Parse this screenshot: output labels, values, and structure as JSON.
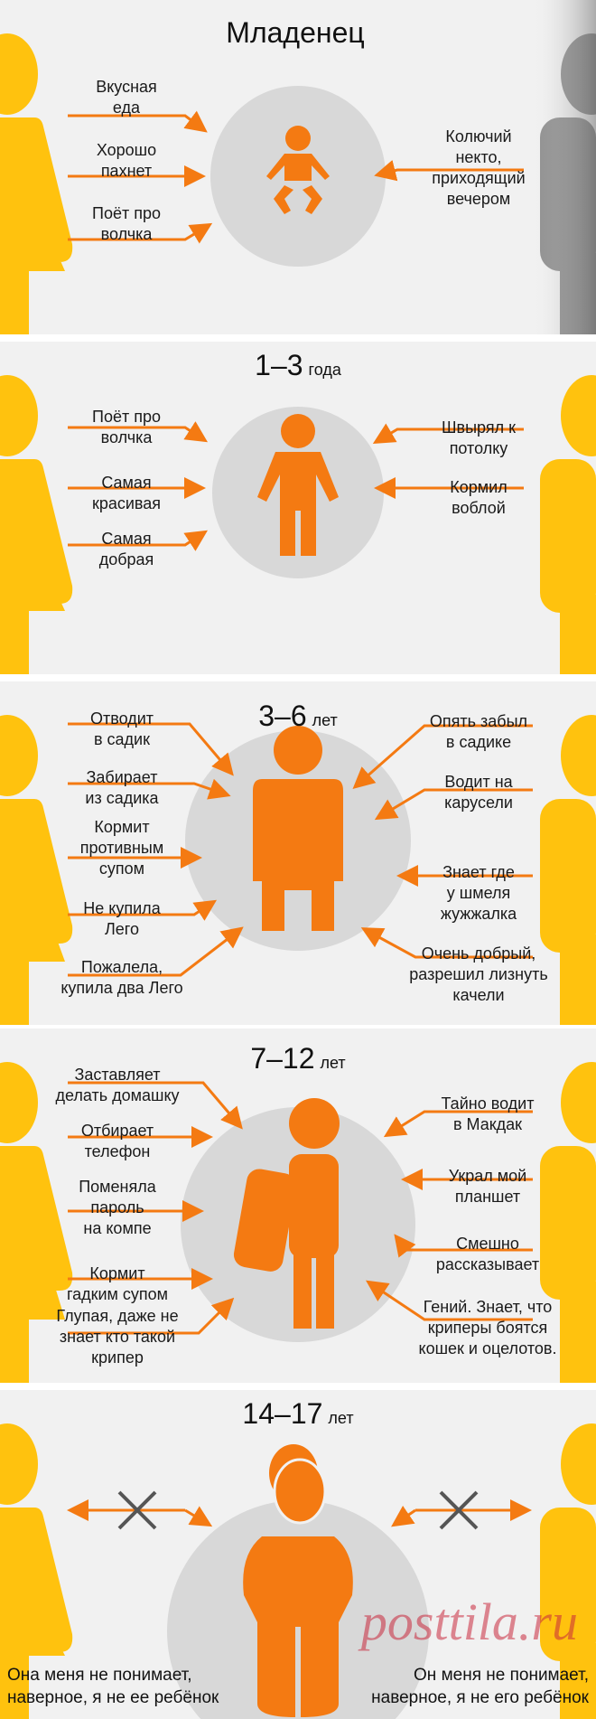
{
  "colors": {
    "background": "#f1f1f1",
    "orange": "#f47a12",
    "yellow": "#ffc20e",
    "circle": "#d8d8d8",
    "gray_figure": "#8f8f8f",
    "cross": "#555555"
  },
  "panels": [
    {
      "title": {
        "main": "Младенец",
        "suffix": ""
      },
      "left": [
        "Вкусная\nеда",
        "Хорошо\nпахнет",
        "Поёт про\nволчка"
      ],
      "right": [
        "Колючий\nнекто,\nприходящий\nвечером"
      ]
    },
    {
      "title": {
        "main": "1–3",
        "suffix": "года"
      },
      "left": [
        "Поёт про\nволчка",
        "Самая\nкрасивая",
        "Самая\nдобрая"
      ],
      "right": [
        "Швырял к\nпотолку",
        "Кормил\nвоблой"
      ]
    },
    {
      "title": {
        "main": "3–6",
        "suffix": "лет"
      },
      "left": [
        "Отводит\nв садик",
        "Забирает\nиз садика",
        "Кормит\nпротивным\nсупом",
        "Не купила\nЛего",
        "Пожалела,\nкупила два Лего"
      ],
      "right": [
        "Опять забыл\nв садике",
        "Водит на\nкарусели",
        "Знает где\nу шмеля\nжужжалка",
        "Очень добрый,\nразрешил лизнуть\nкачели"
      ]
    },
    {
      "title": {
        "main": "7–12",
        "suffix": "лет"
      },
      "left": [
        "Заставляет\nделать домашку",
        "Отбирает\nтелефон",
        "Поменяла\nпароль\nна компе",
        "Кормит\nгадким супом",
        "Глупая, даже не\nзнает кто такой\nкрипер"
      ],
      "right": [
        "Тайно водит\nв Макдак",
        "Украл мой\nпланшет",
        "Смешно\nрассказывает",
        "Гений. Знает, что\nкриперы боятся\nкошек и оцелотов."
      ]
    },
    {
      "title": {
        "main": "14–17",
        "suffix": "лет"
      },
      "left": [],
      "right": [],
      "bottom_left": "Она меня не понимает,\nнаверное, я не ее ребёнок",
      "bottom_right": "Он меня не понимает,\nнаверное, я не его ребёнок"
    }
  ],
  "watermark": "posttila.ru"
}
